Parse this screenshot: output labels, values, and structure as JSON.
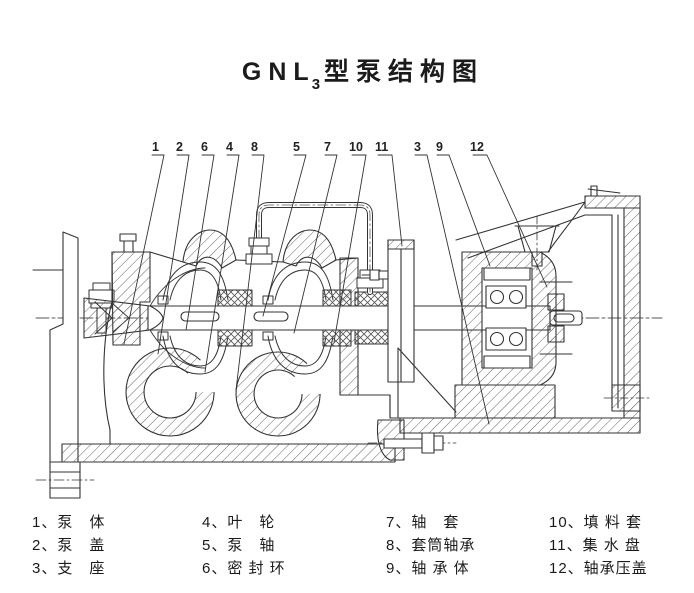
{
  "title": {
    "main": "GNL",
    "sub": "3",
    "rest": "型泵结构图"
  },
  "callouts": [
    {
      "n": "1"
    },
    {
      "n": "2"
    },
    {
      "n": "6"
    },
    {
      "n": "4"
    },
    {
      "n": "8"
    },
    {
      "n": "5"
    },
    {
      "n": "7"
    },
    {
      "n": "10"
    },
    {
      "n": "11"
    },
    {
      "n": "3"
    },
    {
      "n": "9"
    },
    {
      "n": "12"
    }
  ],
  "legend": {
    "columns": [
      {
        "items": [
          {
            "label": "1、泵　体"
          },
          {
            "label": "2、泵　盖"
          },
          {
            "label": "3、支　座"
          }
        ]
      },
      {
        "items": [
          {
            "label": "4、叶　轮"
          },
          {
            "label": "5、泵　轴"
          },
          {
            "label": "6、密 封 环"
          }
        ]
      },
      {
        "items": [
          {
            "label": "7、轴　套"
          },
          {
            "label": "8、套筒轴承"
          },
          {
            "label": "9、轴 承 体"
          }
        ]
      },
      {
        "items": [
          {
            "label": "10、填 料 套"
          },
          {
            "label": "11、集 水 盘"
          },
          {
            "label": "12、轴承压盖"
          }
        ]
      }
    ]
  },
  "parts_legend_meaning": {
    "1": "泵体",
    "2": "泵盖",
    "3": "支座",
    "4": "叶轮",
    "5": "泵轴",
    "6": "密封环",
    "7": "轴套",
    "8": "套筒轴承",
    "9": "轴承体",
    "10": "填料套",
    "11": "集水盘",
    "12": "轴承压盖"
  },
  "colors": {
    "line": "#333333",
    "background": "#ffffff"
  }
}
